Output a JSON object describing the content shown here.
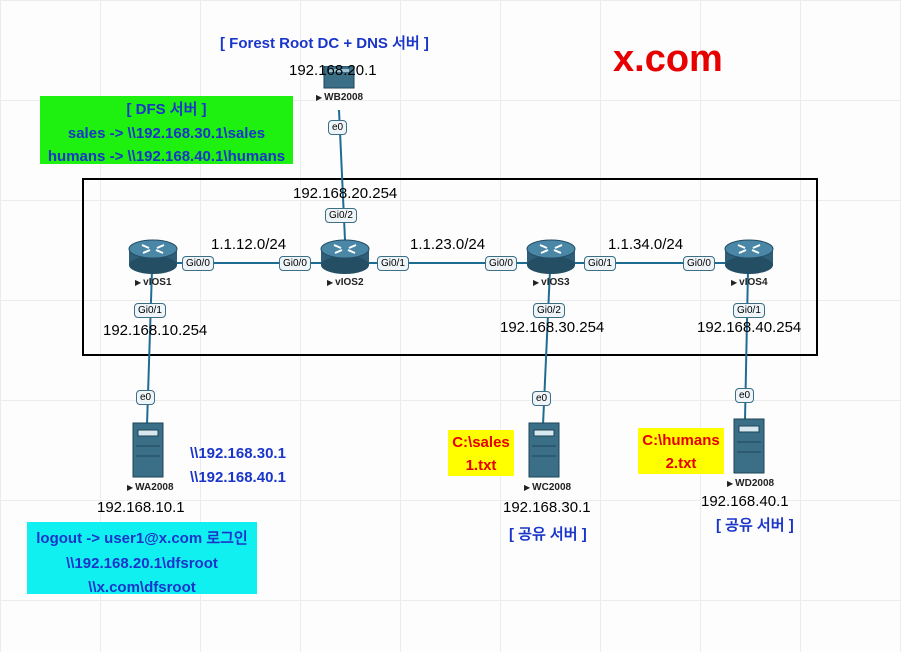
{
  "domain_label": "x.com",
  "colors": {
    "router": "#2f5f78",
    "link": "#1e6c92",
    "frame": "#000000",
    "blue_text": "#1a35c9",
    "red_text": "#e60000",
    "dfs_box_bg": "#1ef010",
    "client_box_bg": "#11f0f0",
    "share_box_bg": "#ffff00"
  },
  "forest_root_label": "[ Forest Root DC + DNS 서버 ]",
  "dfs_box": {
    "title": "[ DFS 서버 ]",
    "line1": "sales -> \\\\192.168.30.1\\sales",
    "line2": "humans -> \\\\192.168.40.1\\humans"
  },
  "client_box": {
    "line1": "logout -> user1@x.com 로그인",
    "line2": "\\\\192.168.20.1\\dfsroot",
    "line3": "\\\\x.com\\dfsroot"
  },
  "wa_targets": {
    "line1": "\\\\192.168.30.1",
    "line2": "\\\\192.168.40.1"
  },
  "share_sales": {
    "line1": "C:\\sales",
    "line2": "1.txt"
  },
  "share_humans": {
    "line1": "C:\\humans",
    "line2": "2.txt"
  },
  "share_server_label": "[ 공유 서버 ]",
  "networks": {
    "n12": "1.1.12.0/24",
    "n23": "1.1.23.0/24",
    "n34": "1.1.34.0/24"
  },
  "routers": {
    "r1": "vIOS1",
    "r2": "vIOS2",
    "r3": "vIOS3",
    "r4": "vIOS4"
  },
  "servers": {
    "wb": "WB2008",
    "wa": "WA2008",
    "wc": "WC2008",
    "wd": "WD2008"
  },
  "ips": {
    "wb": "192.168.20.1",
    "r2_gi02": "192.168.20.254",
    "r1_gi01": "192.168.10.254",
    "r3_gi02": "192.168.30.254",
    "r4_gi01": "192.168.40.254",
    "wa": "192.168.10.1",
    "wc": "192.168.30.1",
    "wd": "192.168.40.1"
  },
  "interfaces": {
    "gi00": "Gi0/0",
    "gi01": "Gi0/1",
    "gi02": "Gi0/2",
    "e0": "e0"
  }
}
